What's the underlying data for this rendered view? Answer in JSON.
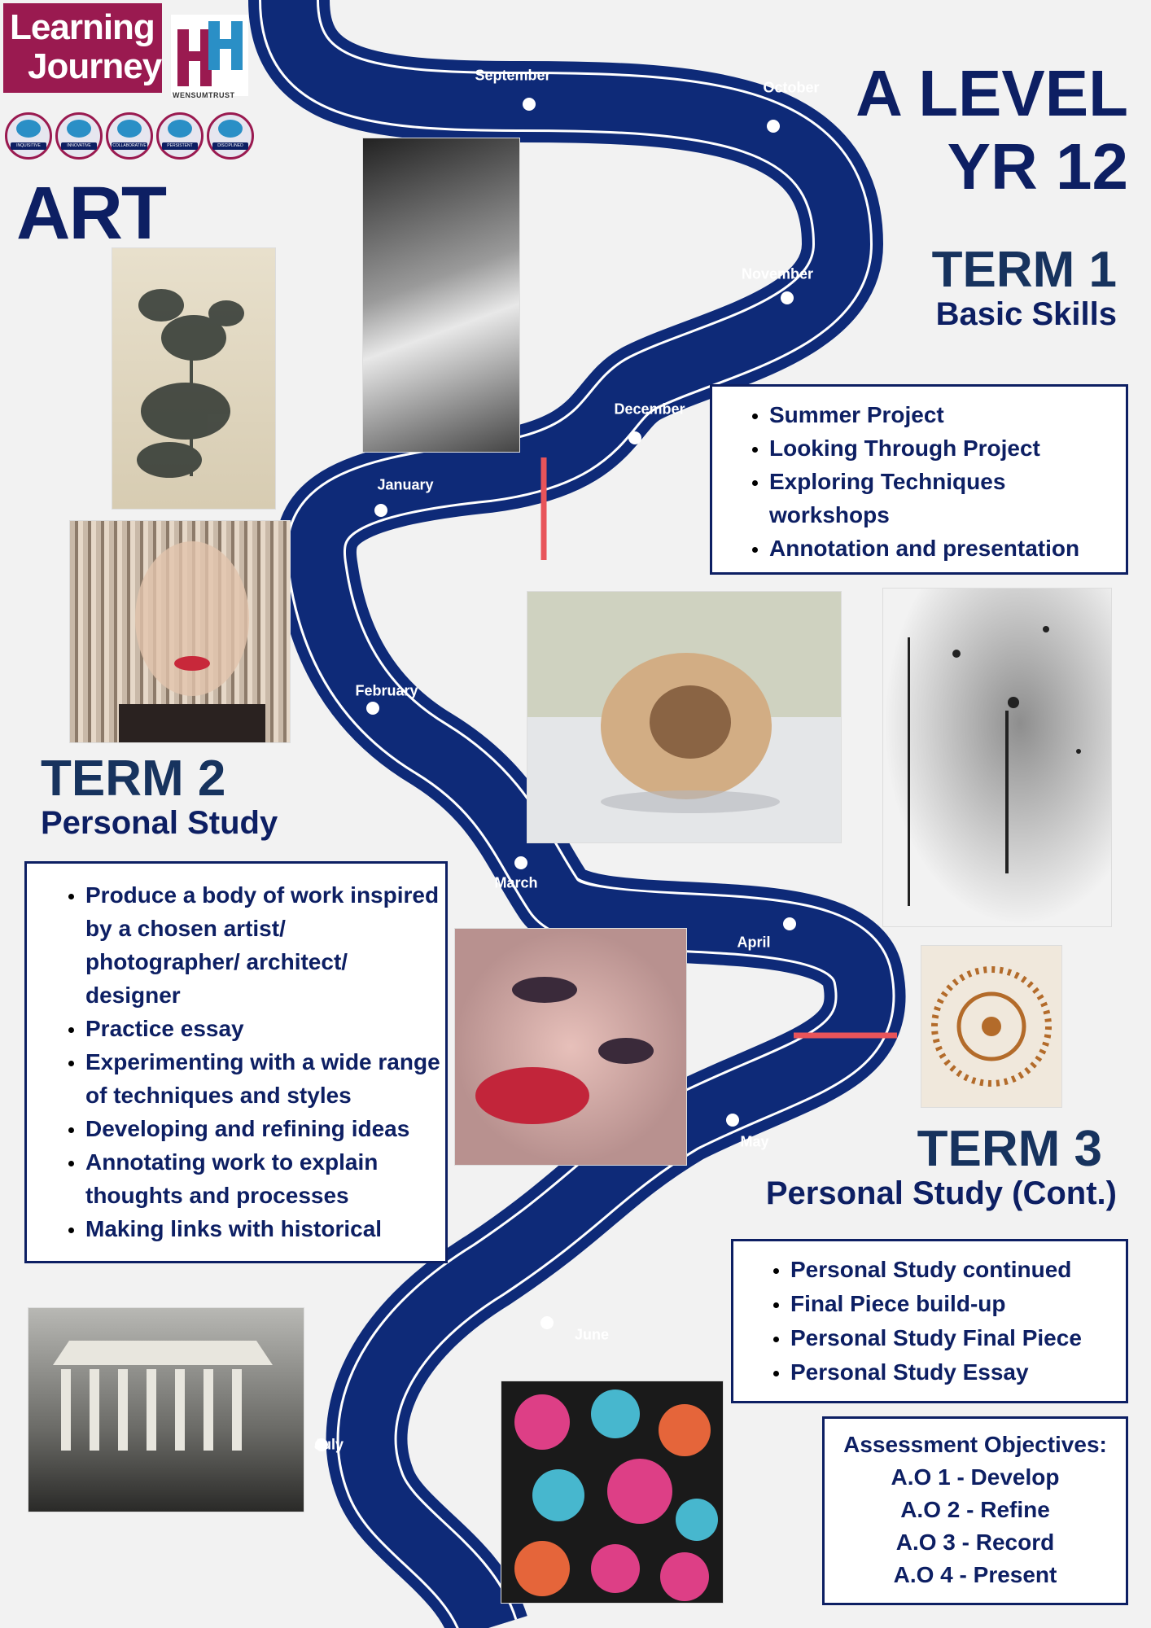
{
  "logo": {
    "line1": "Learning",
    "line2": "Journey",
    "trust": "WENSUMTRUST"
  },
  "values": [
    "INQUISITIVE",
    "INNOVATIVE",
    "COLLABORATIVE",
    "PERSISTENT",
    "DISCIPLINED"
  ],
  "subject": "ART",
  "level": {
    "line1": "A LEVEL",
    "line2": "YR 12"
  },
  "months": [
    "September",
    "October",
    "November",
    "December",
    "January",
    "February",
    "March",
    "April",
    "May",
    "June",
    "July"
  ],
  "term1": {
    "heading": "TERM 1",
    "subtitle": "Basic Skills",
    "items": [
      "Summer Project",
      "Looking Through Project",
      "Exploring Techniques workshops",
      "Annotation and presentation"
    ]
  },
  "term2": {
    "heading": "TERM 2",
    "subtitle": "Personal Study",
    "items": [
      "Produce a body of work inspired by a chosen artist/ photographer/ architect/ designer",
      "Practice essay",
      "Experimenting with a wide range of techniques and styles",
      "Developing and refining ideas",
      "Annotating work to explain thoughts and processes",
      "Making links with historical"
    ]
  },
  "term3": {
    "heading": "TERM 3",
    "subtitle": "Personal Study (Cont.)",
    "items": [
      "Personal Study continued",
      "Final Piece build-up",
      "Personal Study Final Piece",
      "Personal Study Essay"
    ]
  },
  "assessment": {
    "title": "Assessment Objectives:",
    "items": [
      "A.O 1 - Develop",
      "A.O 2 - Refine",
      "A.O 3 - Record",
      "A.O 4 - Present"
    ]
  },
  "colors": {
    "road": "#0e2a78",
    "text": "#0d1f63",
    "logo": "#9a1a50",
    "divider": "#e8545a"
  }
}
